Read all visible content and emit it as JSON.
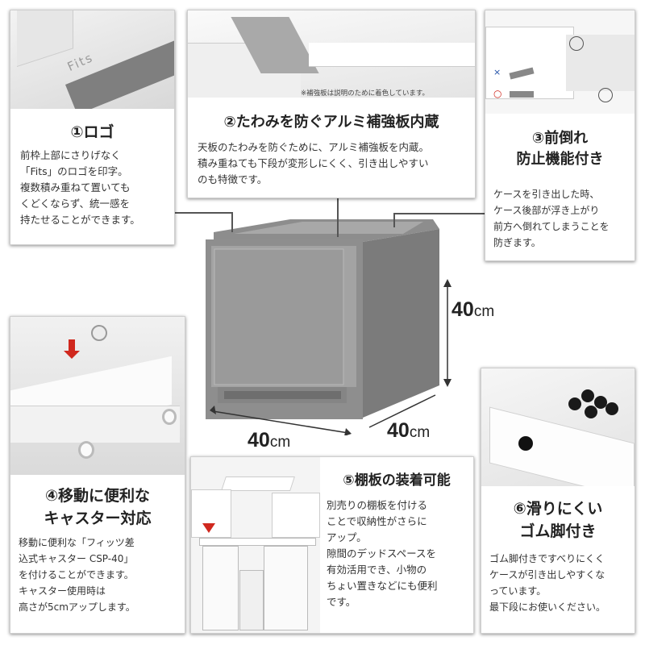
{
  "logo_text": "Fits",
  "features": {
    "logo": {
      "title": "①ロゴ",
      "body": "前枠上部にさりげなく\n「Fits」のロゴを印字。\n複数積み重ねて置いても\nくどくならず、統一感を\n持たせることができます。"
    },
    "reinforcement": {
      "title": "②たわみを防ぐアルミ補強板内蔵",
      "body": "天板のたわみを防ぐために、アルミ補強板を内蔵。\n積み重ねても下段が変形しにくく、引き出しやすい\nのも特徴です。",
      "note": "※補強板は説明のために着色しています。"
    },
    "anti_tip": {
      "title": "③前倒れ\n防止機能付き",
      "body": "ケースを引き出した時、\nケース後部が浮き上がり\n前方へ倒れてしまうことを\n防ぎます。",
      "ok_mark": "○",
      "ng_mark": "×"
    },
    "caster": {
      "title": "④移動に便利な\nキャスター対応",
      "body": "移動に便利な「フィッツ差\n込式キャスター CSP-40」\nを付けることができます。\nキャスター使用時は\n高さが5cmアップします。"
    },
    "shelf": {
      "title": "⑤棚板の装着可能",
      "body": "別売りの棚板を付ける\nことで収納性がさらに\nアップ。\n隙間のデッドスペースを\n有効活用でき、小物の\nちょい置きなどにも便利\nです。"
    },
    "rubber_feet": {
      "title": "⑥滑りにくい\nゴム脚付き",
      "body": "ゴム脚付きですべりにくく\nケースが引き出しやすくな\nっています。\n最下段にお使いください。"
    }
  },
  "dimensions": {
    "height": {
      "value": "40",
      "unit": "cm"
    },
    "width": {
      "value": "40",
      "unit": "cm"
    },
    "depth": {
      "value": "40",
      "unit": "cm"
    }
  },
  "colors": {
    "product_gray": "#8c8c8c",
    "arrow_red": "#d0281e",
    "aluminum": "#a9a9a9"
  }
}
